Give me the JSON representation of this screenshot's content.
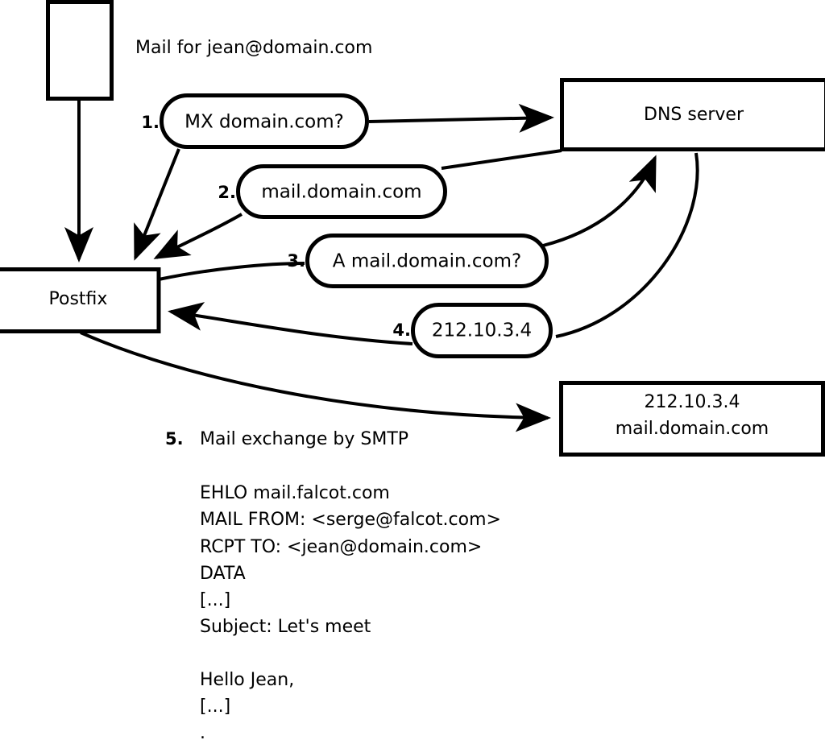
{
  "diagram": {
    "title_text": "Mail for jean@domain.com",
    "nodes": {
      "sender_box": {
        "label": ""
      },
      "postfix": {
        "label": "Postfix"
      },
      "dns_server": {
        "label": "DNS server"
      },
      "remote_mx": {
        "line1": "212.10.3.4",
        "line2": "mail.domain.com"
      }
    },
    "steps": [
      {
        "num": "1.",
        "text": "MX domain.com?"
      },
      {
        "num": "2.",
        "text": "mail.domain.com"
      },
      {
        "num": "3.",
        "text": "A mail.domain.com?"
      },
      {
        "num": "4.",
        "text": "212.10.3.4"
      }
    ],
    "step5": {
      "num": "5.",
      "label": "Mail exchange by SMTP"
    },
    "transcript": [
      "EHLO mail.falcot.com",
      "MAIL FROM: <serge@falcot.com>",
      "RCPT TO: <jean@domain.com>",
      "DATA",
      "[...]",
      "Subject: Let's meet",
      "",
      "Hello Jean,",
      "[...]",
      "."
    ],
    "colors": {
      "stroke": "#000000",
      "fill": "#ffffff",
      "text": "#000000"
    }
  }
}
